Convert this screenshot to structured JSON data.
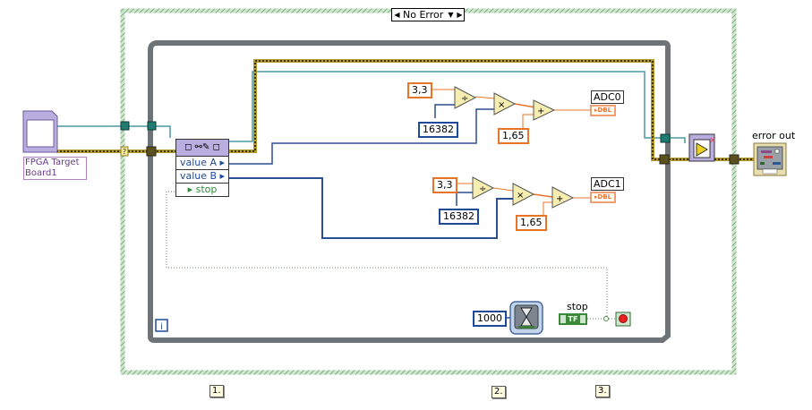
{
  "diagram": {
    "type": "LabVIEW block diagram",
    "case_structure": {
      "selector_value": "No Error",
      "selector_left_arrow": "◀",
      "selector_dropdown": "▼",
      "selector_right_arrow": "▶"
    },
    "fpga_reference": {
      "label_line1": "FPGA Target",
      "label_line2": "Board1"
    },
    "read_write_node": {
      "header_icon": "glasses-pencil-icon",
      "items": [
        {
          "name": "value A",
          "color": "#1f4a9a"
        },
        {
          "name": "value B",
          "color": "#1f4a9a"
        },
        {
          "name": "stop",
          "color": "#2d8a3a"
        }
      ]
    },
    "channel_a": {
      "const_voltage": "3,3",
      "const_divisor": "16382",
      "const_offset": "1,65",
      "indicator_label": "ADC0",
      "indicator_type": "DBL"
    },
    "channel_b": {
      "const_voltage": "3,3",
      "const_divisor": "16382",
      "const_offset": "1,65",
      "indicator_label": "ADC1",
      "indicator_type": "DBL"
    },
    "operators": {
      "divide": "÷",
      "multiply": "×",
      "add": "+"
    },
    "wait": {
      "const_ms": "1000",
      "icon": "hourglass-icon"
    },
    "stop_control": {
      "label": "stop",
      "type": "TF"
    },
    "loop_iteration": "i",
    "error_out": {
      "label": "error out"
    },
    "tunnel_question": "?",
    "sequence_tags": [
      "1.",
      "2.",
      "3."
    ],
    "colors": {
      "case_border": "#8fbf8f",
      "loop_border": "#6e7378",
      "error_wire": "#b39a2a",
      "ref_wire": "#4a9aa0",
      "int_wire": "#2b4f93",
      "dbl_wire": "#e8742a",
      "bool_wire": "#4d8a4d"
    }
  }
}
